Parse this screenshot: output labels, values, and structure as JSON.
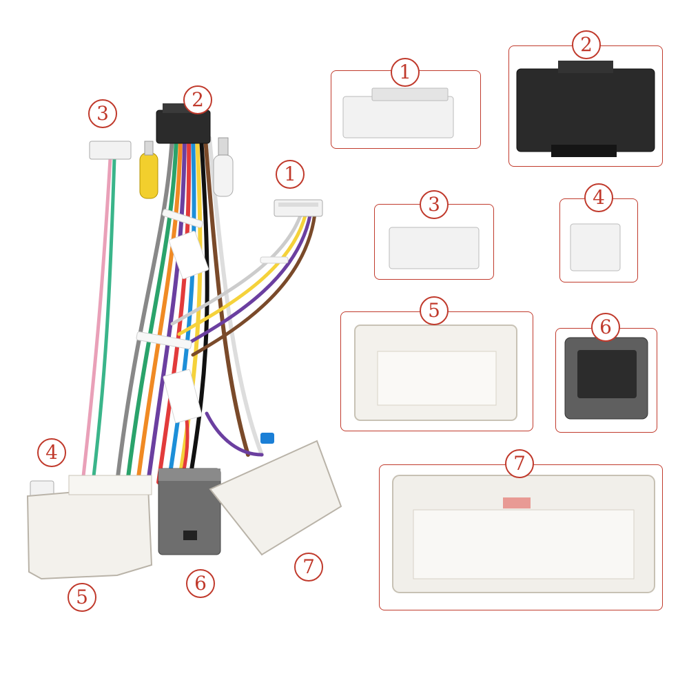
{
  "labels": {
    "n1": "1",
    "n2": "2",
    "n3": "3",
    "n4": "4",
    "n5": "5",
    "n6": "6",
    "n7": "7"
  },
  "colors": {
    "accent": "#c0392b",
    "connector_white": "#f1efea",
    "connector_black": "#2a2a2a",
    "connector_grey": "#6f6f6f"
  }
}
